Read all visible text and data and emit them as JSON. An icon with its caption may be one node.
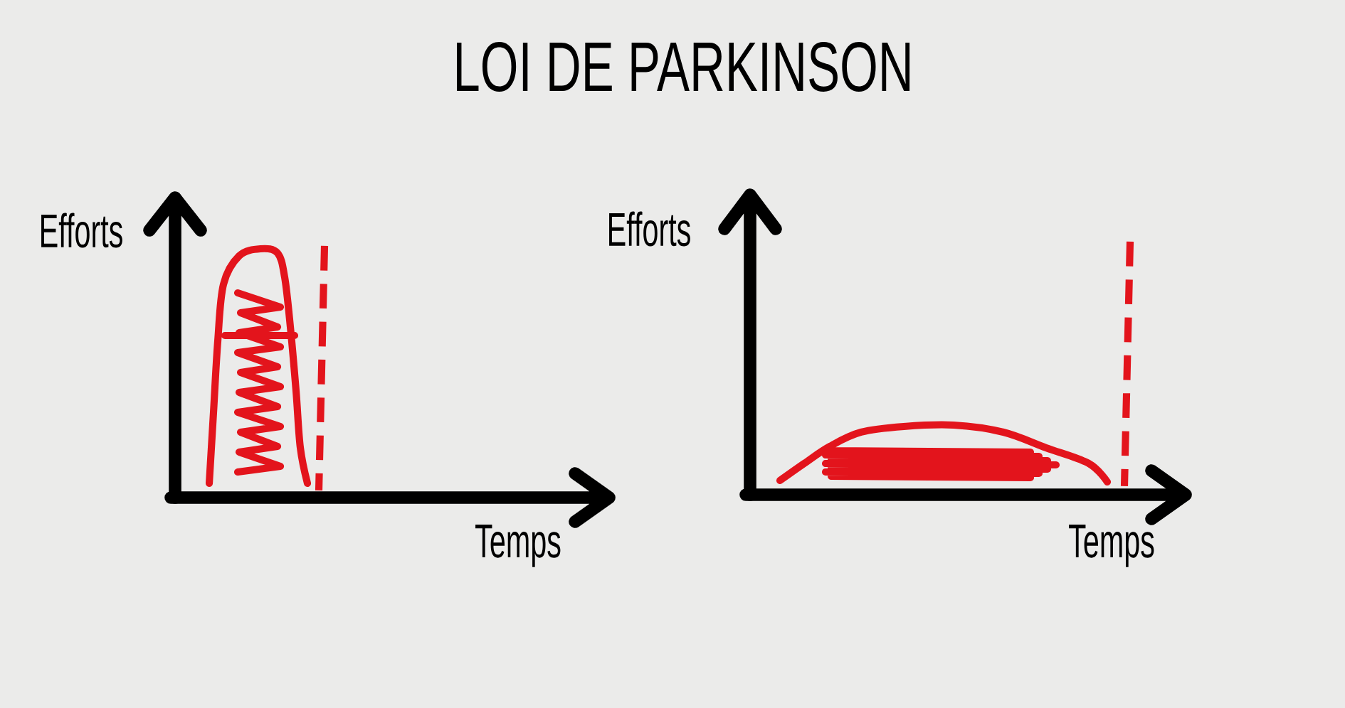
{
  "diagram": {
    "title": "LOI DE PARKINSON",
    "labels": [
      "Efforts",
      "Efforts",
      "Temps",
      "Temps"
    ]
  }
}
